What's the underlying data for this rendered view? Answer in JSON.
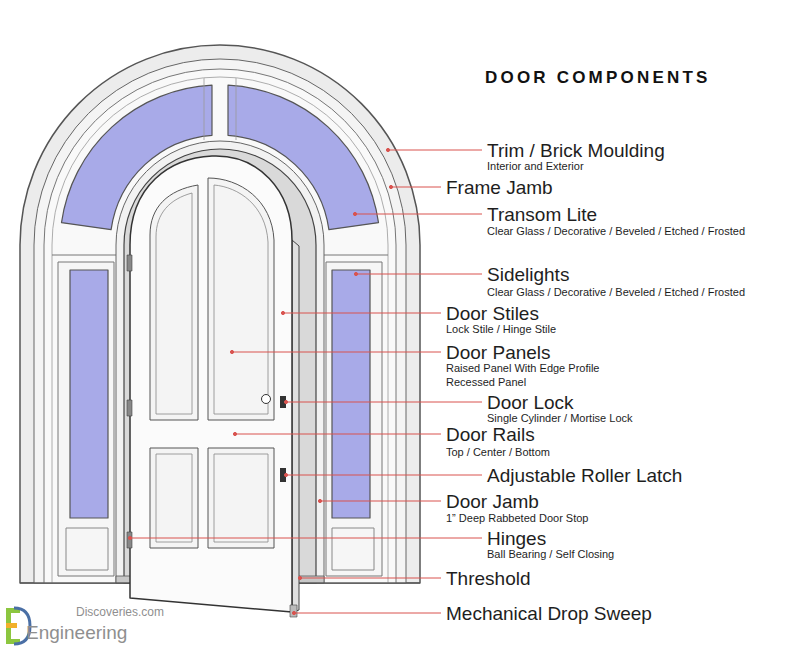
{
  "diagram": {
    "title": "DOOR COMPONENTS",
    "labels": [
      "Trim / Brick Moulding",
      "Interior and Exterior",
      "Frame Jamb",
      "Transom Lite",
      "Clear Glass / Decorative / Beveled / Etched / Frosted",
      "Sidelights",
      "Clear Glass / Decorative / Beveled / Etched / Frosted",
      "Door Stiles",
      "Lock Stile / Hinge Stile",
      "Door Panels",
      "Raised Panel With Edge Profile",
      "Recessed Panel",
      "Door Lock",
      "Single Cylinder / Mortise Lock",
      "Door Rails",
      "Top / Center / Bottom",
      "Adjustable Roller Latch",
      "Door Jamb",
      "1” Deep Rabbeted Door Stop",
      "Hinges",
      "Ball Bearing / Self Closing",
      "Threshold",
      "Mechanical Drop Sweep",
      "Discoveries.com",
      "Engineering"
    ]
  }
}
